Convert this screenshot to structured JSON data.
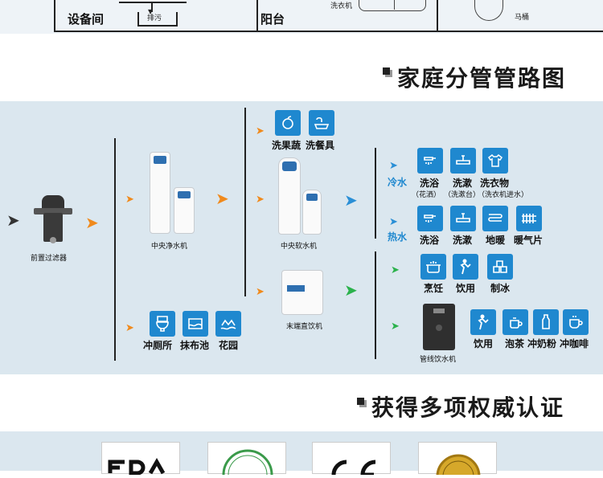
{
  "top": {
    "room1": "设备间",
    "drain": "排污",
    "room2": "阳台",
    "washer": "洗衣机",
    "toilet": "马桶"
  },
  "section1": {
    "title": "家庭分管管路图"
  },
  "diagram": {
    "prefilter": "前置过滤器",
    "central_purifier": "中央净水机",
    "central_softener": "中央软水机",
    "terminal_drinker": "末端直饮机",
    "pipeline_drinker": "管线饮水机",
    "wash_fruit": "洗果蔬",
    "wash_dish": "洗餐具",
    "cold_water": "冷水",
    "hot_water": "热水",
    "cold": {
      "bath": "洗浴",
      "bath_sub": "（花洒）",
      "rinse": "洗漱",
      "rinse_sub": "（洗漱台）",
      "laundry": "洗衣物",
      "laundry_sub": "（洗衣机进水）"
    },
    "hot": {
      "bath": "洗浴",
      "rinse": "洗漱",
      "floor_heat": "地暖",
      "radiator": "暖气片"
    },
    "drink": {
      "cook": "烹饪",
      "drink": "饮用",
      "ice": "制冰"
    },
    "pipeline": {
      "drink": "饮用",
      "tea": "泡茶",
      "milk": "冲奶粉",
      "coffee": "冲咖啡"
    },
    "raw": {
      "toilet": "冲厕所",
      "mop": "抹布池",
      "garden": "花园"
    }
  },
  "section2": {
    "title": "获得多项权威认证"
  },
  "colors": {
    "accent_blue": "#1f88cf",
    "orange": "#f08a1c",
    "green": "#2bb24c",
    "band": "#dbe7ef"
  }
}
